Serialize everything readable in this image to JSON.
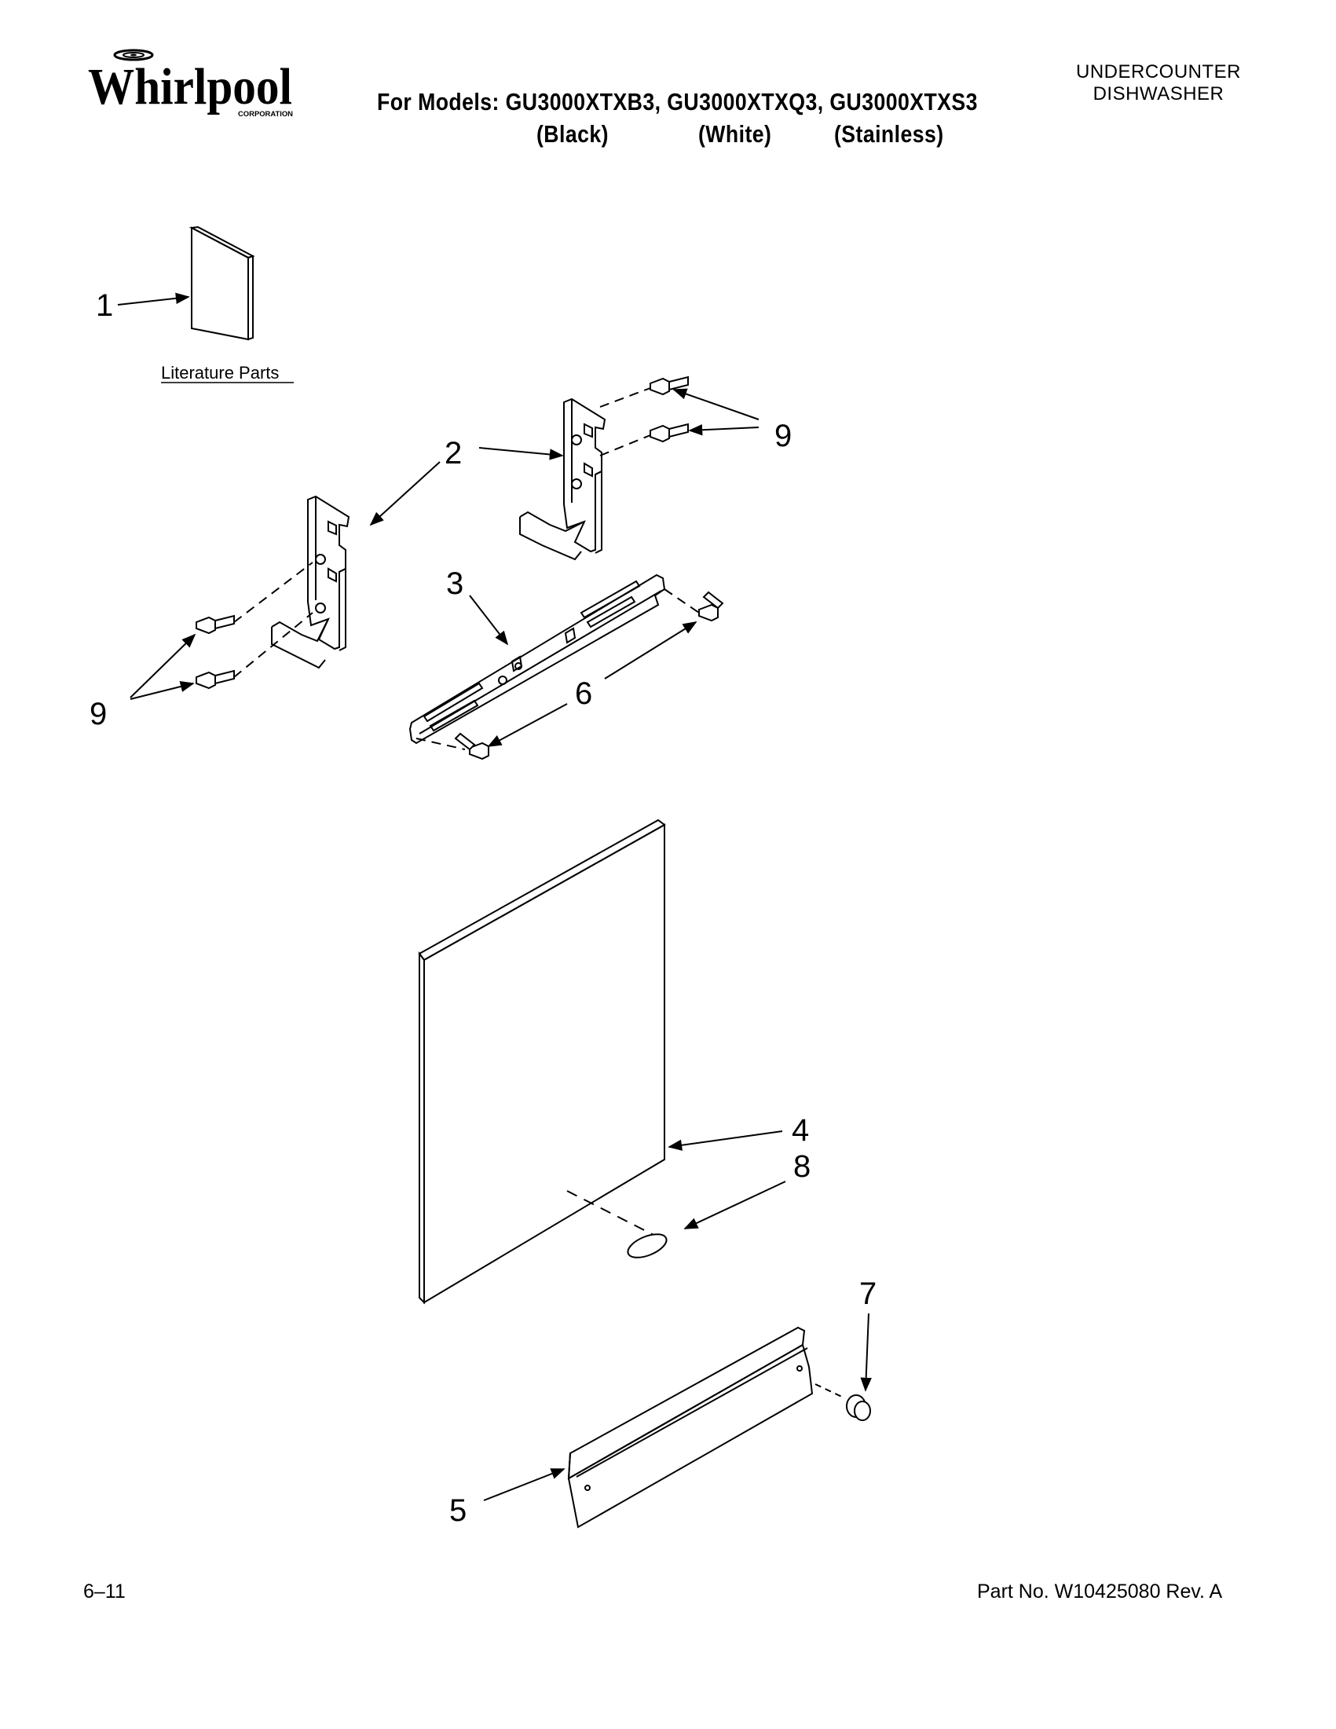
{
  "brand": {
    "name": "Whirlpool",
    "subtitle": "CORPORATION"
  },
  "header": {
    "models_line": "For Models: GU3000XTXB3, GU3000XTXQ3, GU3000XTXS3",
    "color_black": "(Black)",
    "color_white": "(White)",
    "color_stainless": "(Stainless)",
    "doc_type_line1": "UNDERCOUNTER",
    "doc_type_line2": "DISHWASHER"
  },
  "diagram": {
    "literature_label": "Literature Parts",
    "callouts": {
      "c1": "1",
      "c2": "2",
      "c3": "3",
      "c4": "4",
      "c5": "5",
      "c6": "6",
      "c7": "7",
      "c8": "8",
      "c9a": "9",
      "c9b": "9"
    }
  },
  "footer": {
    "date": "6–11",
    "part_number": "Part No. W10425080 Rev. A"
  }
}
